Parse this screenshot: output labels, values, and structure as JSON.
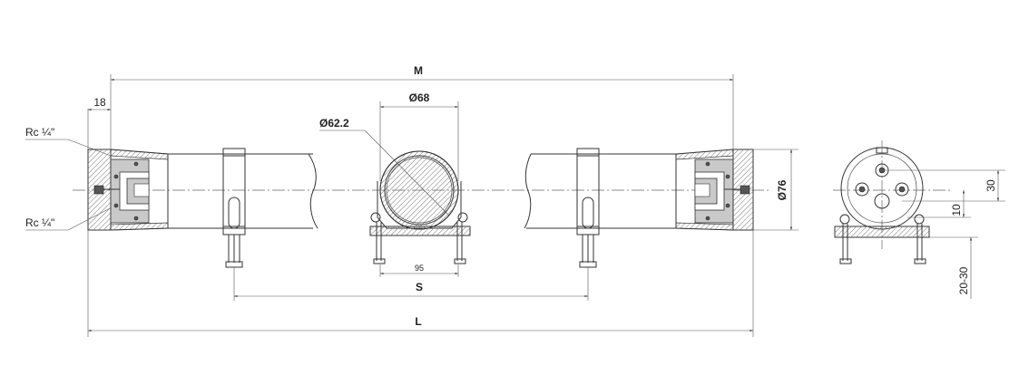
{
  "labels": {
    "m": "M",
    "l": "L",
    "s": "S",
    "d68": "Ø68",
    "d622": "Ø62.2",
    "d76": "Ø76",
    "dim18": "18",
    "rc_top": "Rc ¼\"",
    "rc_bottom": "Rc ¼\"",
    "dim95": "95",
    "dim30": "30",
    "dim10": "10",
    "dim2030": "20-30"
  },
  "colors": {
    "line": "#333333",
    "hatch": "#c9c9c9"
  }
}
